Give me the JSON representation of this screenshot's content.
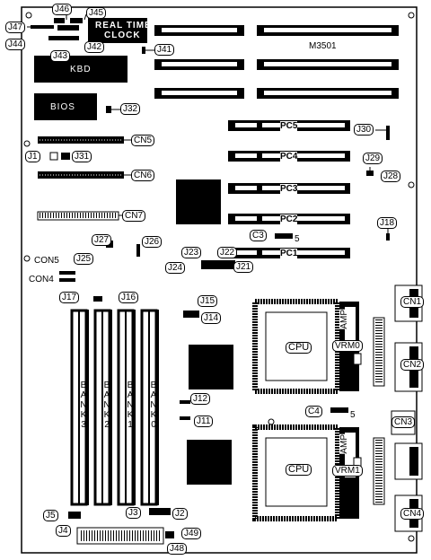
{
  "board": {
    "model": "M3501",
    "rtc_line1": "REAL TIME",
    "rtc_line2": "CLOCK",
    "kbd": "KBD",
    "bios": "BIOS",
    "cpu": "CPU",
    "amp": "AMP",
    "bank_letters": [
      "B",
      "A",
      "N",
      "K"
    ],
    "bank_numbers": [
      "3",
      "2",
      "1",
      "0"
    ],
    "c3_suffix": "5",
    "c4_suffix": "5"
  },
  "slots": {
    "pci": [
      "PC5",
      "PC4",
      "PC3",
      "PC2",
      "PC1"
    ]
  },
  "vrm": [
    "VRM0",
    "VRM1"
  ],
  "jumpers": {
    "J47": "J47",
    "J44": "J44",
    "J46": "J46",
    "J45": "J45",
    "J43": "J43",
    "J42": "J42",
    "J41": "J41",
    "J32": "J32",
    "J30": "J30",
    "J29": "J29",
    "J28": "J28",
    "J18": "J18",
    "J1": "J1",
    "J31": "J31",
    "J27": "J27",
    "J26": "J26",
    "J25": "J25",
    "J23": "J23",
    "J22": "J22",
    "J24": "J24",
    "J21": "J21",
    "J17": "J17",
    "J16": "J16",
    "J15": "J15",
    "J14": "J14",
    "J12": "J12",
    "J11": "J11",
    "J5": "J5",
    "J4": "J4",
    "J3": "J3",
    "J2": "J2",
    "J48": "J48",
    "J49": "J49",
    "C3": "C3",
    "C4": "C4"
  },
  "connectors": {
    "CN5": "CN5",
    "CN6": "CN6",
    "CN7": "CN7",
    "CN5b": "CON5",
    "CN4b": "CON4",
    "CN1": "CN1",
    "CN2": "CN2",
    "CN3": "CN3",
    "CN4": "CN4"
  }
}
